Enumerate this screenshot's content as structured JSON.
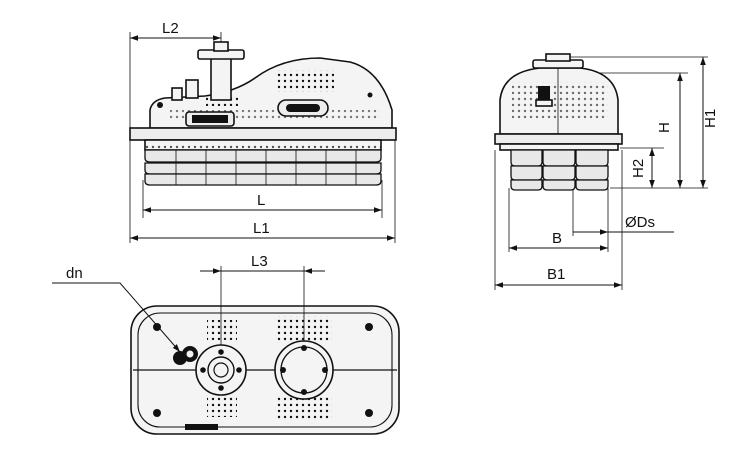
{
  "colors": {
    "ink": "#111111",
    "background": "#ffffff",
    "fill": "#f0f0f0"
  },
  "labels": {
    "L2": "L2",
    "L": "L",
    "L1": "L1",
    "L3": "L3",
    "dn": "dn",
    "H": "H",
    "H1": "H1",
    "H2": "H2",
    "Ds": "ØDs",
    "B": "B",
    "B1": "B1"
  }
}
